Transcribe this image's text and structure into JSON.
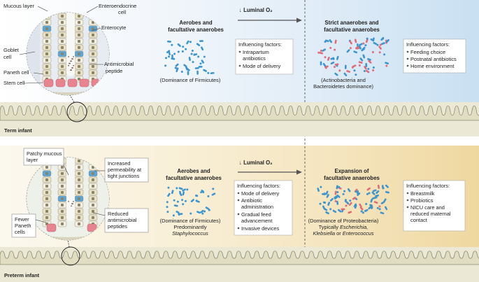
{
  "term": {
    "label": "Term infant",
    "cell_labels": {
      "mucous_layer": "Mucous layer",
      "enteroendocrine_1": "Enteroendocrine",
      "enteroendocrine_2": "cell",
      "enterocyte": "Enterocyte",
      "goblet_1": "Goblet",
      "goblet_2": "cell",
      "paneth": "Paneth cell",
      "stem": "Stem cell",
      "antimicrobial_1": "Antimicrobial",
      "antimicrobial_2": "peptide"
    },
    "luminal": "↓ Luminal O₂",
    "left": {
      "title_1": "Aerobes and",
      "title_2": "facultative anaerobes",
      "dominance": "(Dominance of Firmicutes)",
      "factors_title": "Influencing factors:",
      "factors": [
        "Intrapartum",
        "antibiotics",
        "Mode of delivery"
      ]
    },
    "right": {
      "title_1": "Strict anaerobes and",
      "title_2": "facultative anaerobes",
      "dominance_1": "(Actinobacteria and",
      "dominance_2": "Bacteroidetes dominance)",
      "factors_title": "Influencing factors:",
      "factors": [
        "Feeding choice",
        "Postnatal antibiotics",
        "Home environment"
      ]
    }
  },
  "preterm": {
    "label": "Preterm infant",
    "callouts": {
      "patchy_1": "Patchy mucous",
      "patchy_2": "layer",
      "perm_1": "Increased",
      "perm_2": "permeability at",
      "perm_3": "tight junctions",
      "reduced_1": "Reduced",
      "reduced_2": "antimicrobial",
      "reduced_3": "peptides",
      "fewer_1": "Fewer",
      "fewer_2": "Paneth",
      "fewer_3": "cells"
    },
    "luminal": "↓ Luminal O₂",
    "left": {
      "title_1": "Aerobes and",
      "title_2": "facultative anaerobes",
      "dominance": "(Dominance of Firmicutes)",
      "sub_1": "Predominantly",
      "sub_2": "Staphylococcus",
      "factors_title": "Influencing factors:",
      "factors": [
        "Mode of delivery",
        "Antibiotic",
        "administration",
        "Gradual feed",
        "advancement",
        "Invasive devices"
      ]
    },
    "right": {
      "title_1": "Expansion of",
      "title_2": "facultative anaerobes",
      "dominance": "(Dominance of Proteobacteria)",
      "sub_1a": "Typically ",
      "sub_1b": "Escherichia,",
      "sub_2a": "Klebsiella",
      "sub_2b": " or ",
      "sub_2c": "Enterococcus",
      "factors_title": "Influencing factors:",
      "factors": [
        "Breastmilk",
        "Probiotics",
        "NICU care and",
        "reduced maternal",
        "contact"
      ]
    }
  },
  "colors": {
    "bacteria_blue": "#3d95d0",
    "bacteria_red": "#e06c78",
    "paneth_red": "#e88490",
    "term_bg_right": "#c9e0f2",
    "preterm_bg_right": "#efd7a0"
  }
}
